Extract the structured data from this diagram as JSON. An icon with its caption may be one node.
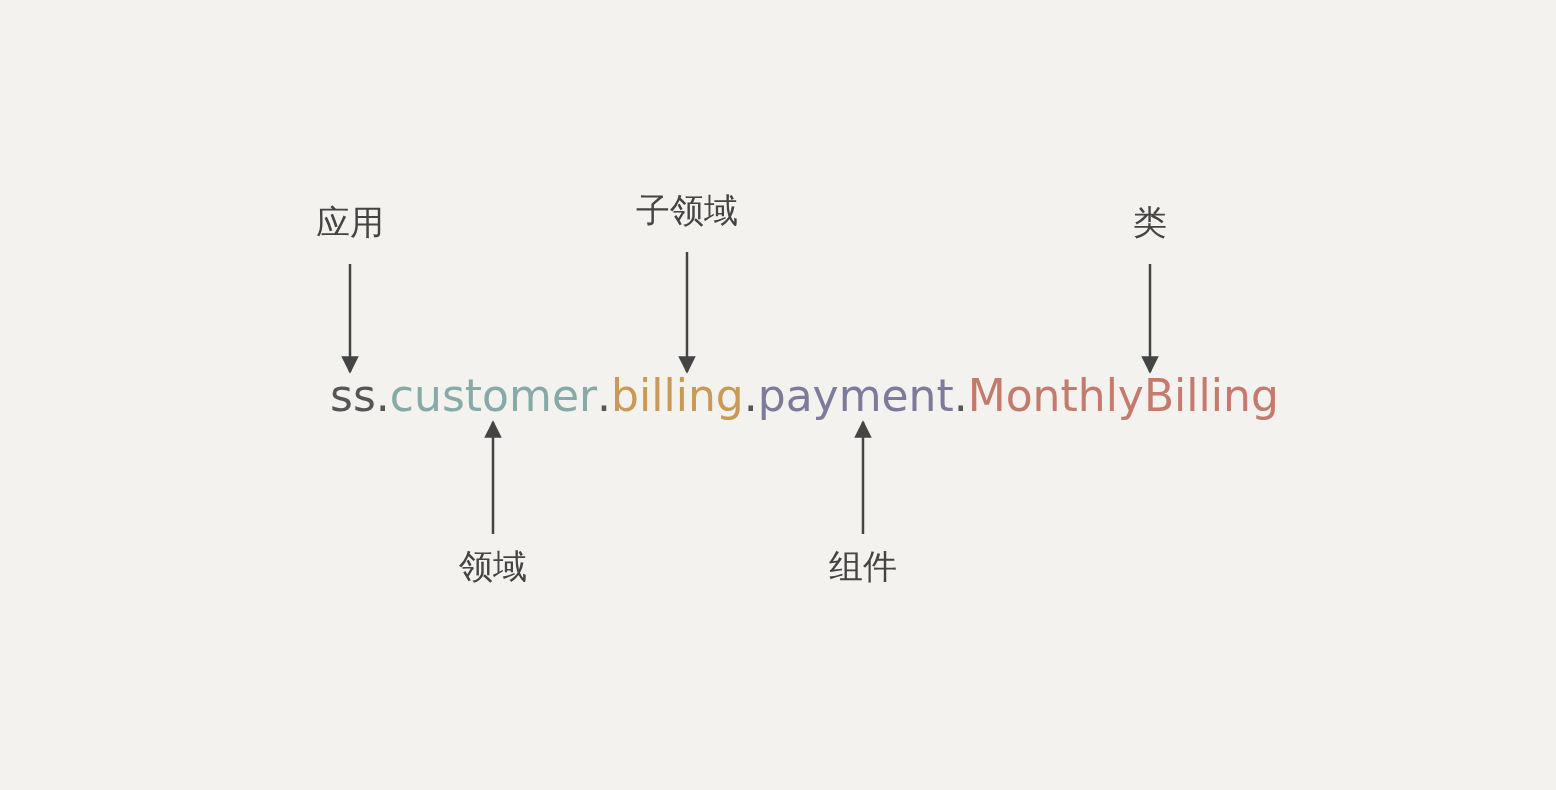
{
  "diagram": {
    "nodes": [
      {
        "text": [
          "应用"
        ]
      },
      {
        "text": [
          "子领域"
        ]
      },
      {
        "text": [
          "类"
        ]
      },
      {
        "text": [
          "ss"
        ]
      },
      {
        "text": [
          "customer"
        ]
      },
      {
        "text": [
          "billing"
        ]
      },
      {
        "text": [
          "payment"
        ]
      },
      {
        "text": [
          "MonthlyBilling"
        ]
      },
      {
        "text": [
          "领域"
        ]
      },
      {
        "text": [
          "组件"
        ]
      }
    ],
    "edges": [
      {
        "from": 0,
        "to": 3,
        "arrow": "to"
      },
      {
        "from": 1,
        "to": 5,
        "arrow": "to"
      },
      {
        "from": 2,
        "to": 7,
        "arrow": "to"
      },
      {
        "from": 8,
        "to": 4,
        "arrow": "to"
      },
      {
        "from": 9,
        "to": 6,
        "arrow": "to"
      }
    ],
    "labels": [
      ".",
      ".",
      ".",
      "."
    ]
  }
}
